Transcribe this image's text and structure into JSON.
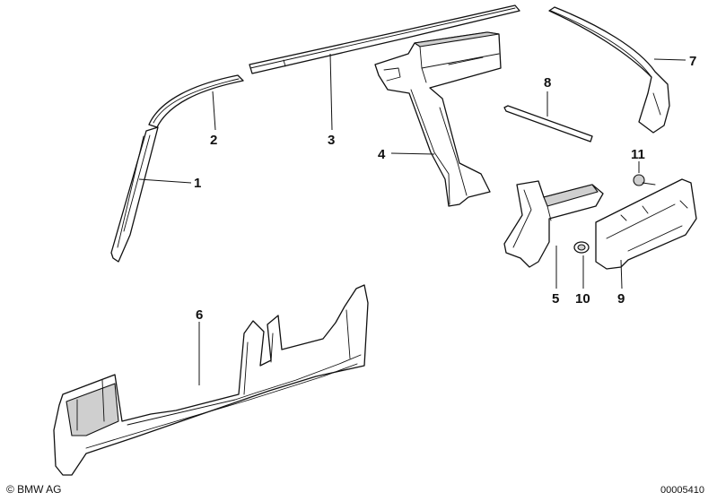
{
  "callouts": [
    "1",
    "2",
    "3",
    "4",
    "5",
    "6",
    "7",
    "8",
    "9",
    "10",
    "11"
  ],
  "copyright": "© BMW AG",
  "document_number": "00005410"
}
